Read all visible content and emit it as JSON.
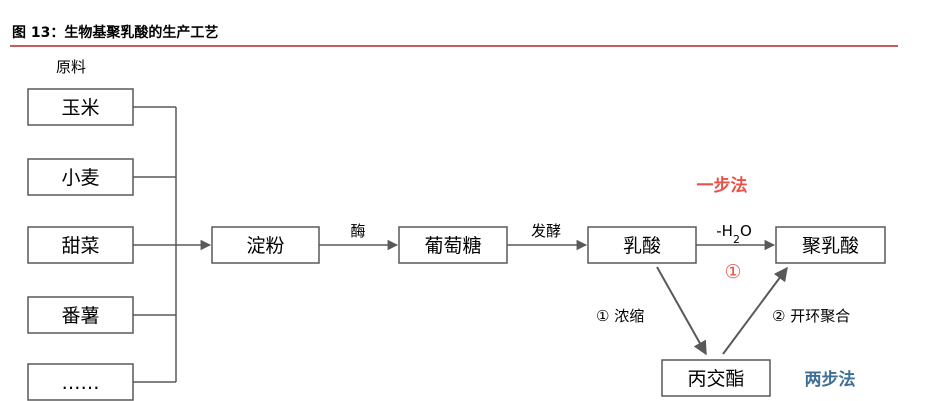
{
  "figure_title": "图 13：生物基聚乳酸的生产工艺",
  "raw_materials_label": "原料",
  "raw_materials": [
    "玉米",
    "小麦",
    "甜菜",
    "番薯",
    "……"
  ],
  "nodes": {
    "starch": "淀粉",
    "glucose": "葡萄糖",
    "lactic_acid": "乳酸",
    "pla": "聚乳酸",
    "lactide": "丙交酯"
  },
  "edges": {
    "enzyme": "酶",
    "fermentation": "发酵",
    "dehydration_prefix": "-H",
    "dehydration_sub": "2",
    "dehydration_suffix": "O",
    "one_step_marker": "①",
    "concentrate": "① 浓缩",
    "polymerize": "② 开环聚合"
  },
  "paths": {
    "one_step": "一步法",
    "two_step": "两步法"
  },
  "colors": {
    "title_rule": "#b0292f",
    "one_step": "#e8524a",
    "two_step": "#3f6f96",
    "line": "#595959"
  }
}
